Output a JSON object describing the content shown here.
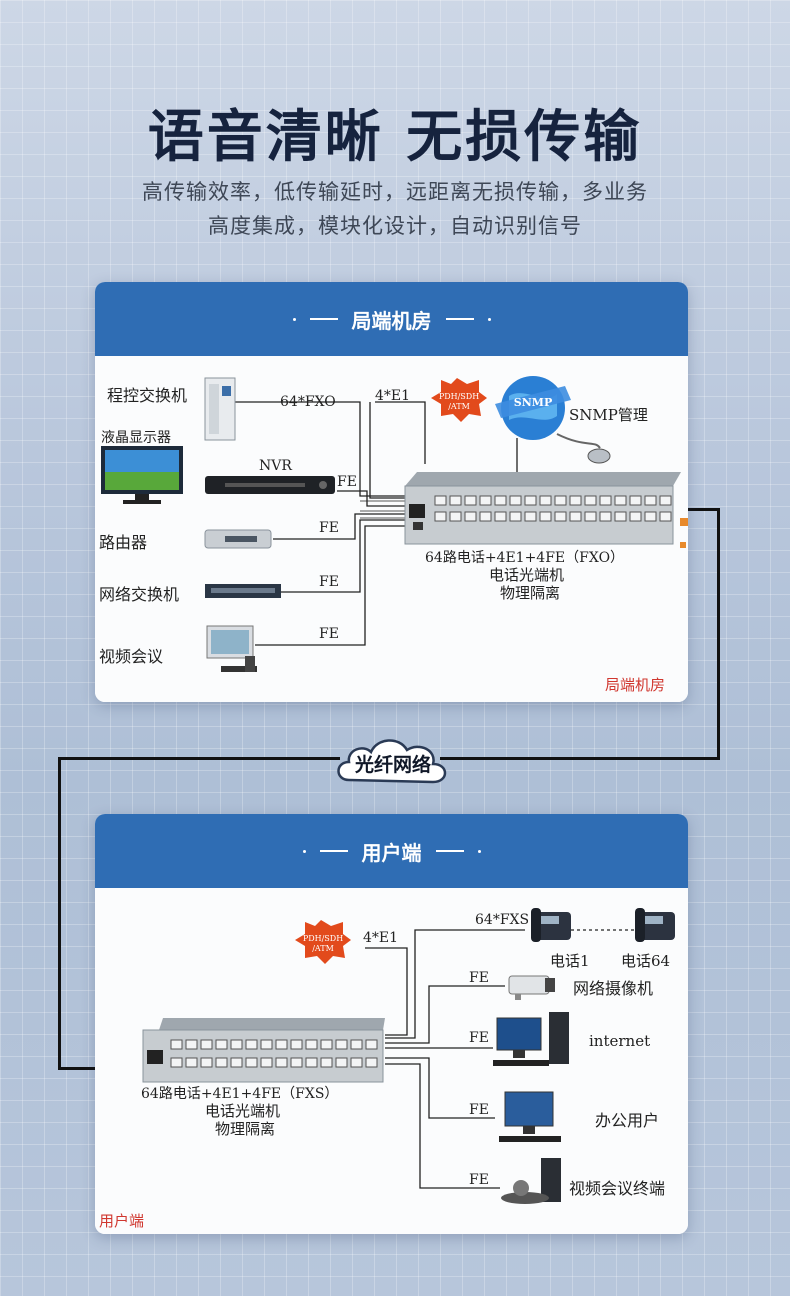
{
  "headline": "语音清晰 无损传输",
  "subline_1": "高传输效率，低传输延时，远距离无损传输，多业务",
  "subline_2": "高度集成，模块化设计，自动识别信号",
  "top_card": {
    "title": "局端机房",
    "devices": {
      "switch": "程控交换机",
      "monitor": "液晶显示器",
      "nvr": "NVR",
      "router": "路由器",
      "net_switch": "网络交换机",
      "video_conf": "视频会议"
    },
    "links": {
      "fxo": "64*FXO",
      "e1": "4*E1",
      "fe1": "FE",
      "fe2": "FE",
      "fe3": "FE",
      "fe4": "FE"
    },
    "pdh": [
      "PDH/SDH",
      "/ATM"
    ],
    "snmp": "SNMP",
    "snmp_label": "SNMP管理",
    "device_caption": [
      "64路电话+4E1+4FE（FXO）",
      "电话光端机",
      "物理隔离"
    ],
    "corner_label": "局端机房"
  },
  "cloud_label": "光纤网络",
  "bottom_card": {
    "title": "用户端",
    "links": {
      "e1": "4*E1",
      "fxs": "64*FXS",
      "fe1": "FE",
      "fe2": "FE",
      "fe3": "FE",
      "fe4": "FE"
    },
    "pdh": [
      "PDH/SDH",
      "/ATM"
    ],
    "devices": {
      "phone1": "电话1",
      "phone64": "电话64",
      "camera": "网络摄像机",
      "internet": "internet",
      "office": "办公用户",
      "video_term": "视频会议终端"
    },
    "device_caption": [
      "64路电话+4E1+4FE（FXS）",
      "电话光端机",
      "物理隔离"
    ],
    "corner_label": "用户端"
  },
  "colors": {
    "header_blue": "#2f6db4",
    "corner_red": "#d0372f",
    "burst_red": "#e24a1c"
  }
}
